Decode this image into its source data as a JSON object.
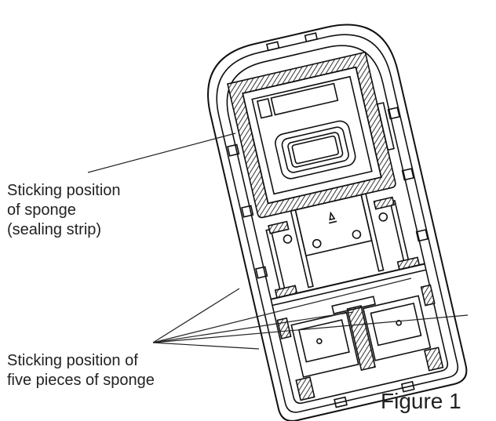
{
  "labels": {
    "sealing_line1": "Sticking position",
    "sealing_line2": "of sponge",
    "sealing_line3": "(sealing strip)",
    "five_line1": "Sticking position of",
    "five_line2": "five pieces of sponge"
  },
  "figure_caption": "Figure 1",
  "colors": {
    "stroke": "#111111",
    "hatch": "#444444",
    "text": "#222222"
  }
}
